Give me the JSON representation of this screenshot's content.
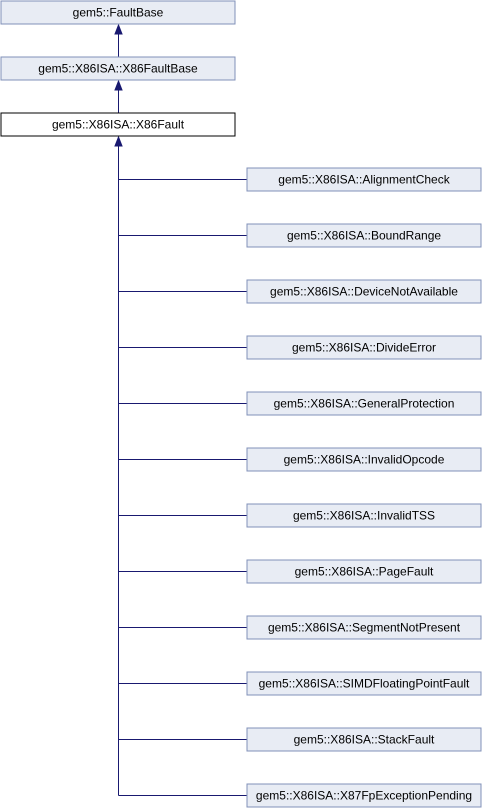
{
  "colors": {
    "node_fill": "#e8ecf4",
    "node_stroke": "#8090b8",
    "focus_fill": "#ffffff",
    "focus_stroke": "#000000",
    "edge": "#191970"
  },
  "ancestors": [
    {
      "label": "gem5::FaultBase"
    },
    {
      "label": "gem5::X86ISA::X86FaultBase"
    }
  ],
  "focus": {
    "label": "gem5::X86ISA::X86Fault"
  },
  "children": [
    {
      "label": "gem5::X86ISA::AlignmentCheck"
    },
    {
      "label": "gem5::X86ISA::BoundRange"
    },
    {
      "label": "gem5::X86ISA::DeviceNotAvailable"
    },
    {
      "label": "gem5::X86ISA::DivideError"
    },
    {
      "label": "gem5::X86ISA::GeneralProtection"
    },
    {
      "label": "gem5::X86ISA::InvalidOpcode"
    },
    {
      "label": "gem5::X86ISA::InvalidTSS"
    },
    {
      "label": "gem5::X86ISA::PageFault"
    },
    {
      "label": "gem5::X86ISA::SegmentNotPresent"
    },
    {
      "label": "gem5::X86ISA::SIMDFloatingPointFault"
    },
    {
      "label": "gem5::X86ISA::StackFault"
    },
    {
      "label": "gem5::X86ISA::X87FpExceptionPending"
    }
  ]
}
